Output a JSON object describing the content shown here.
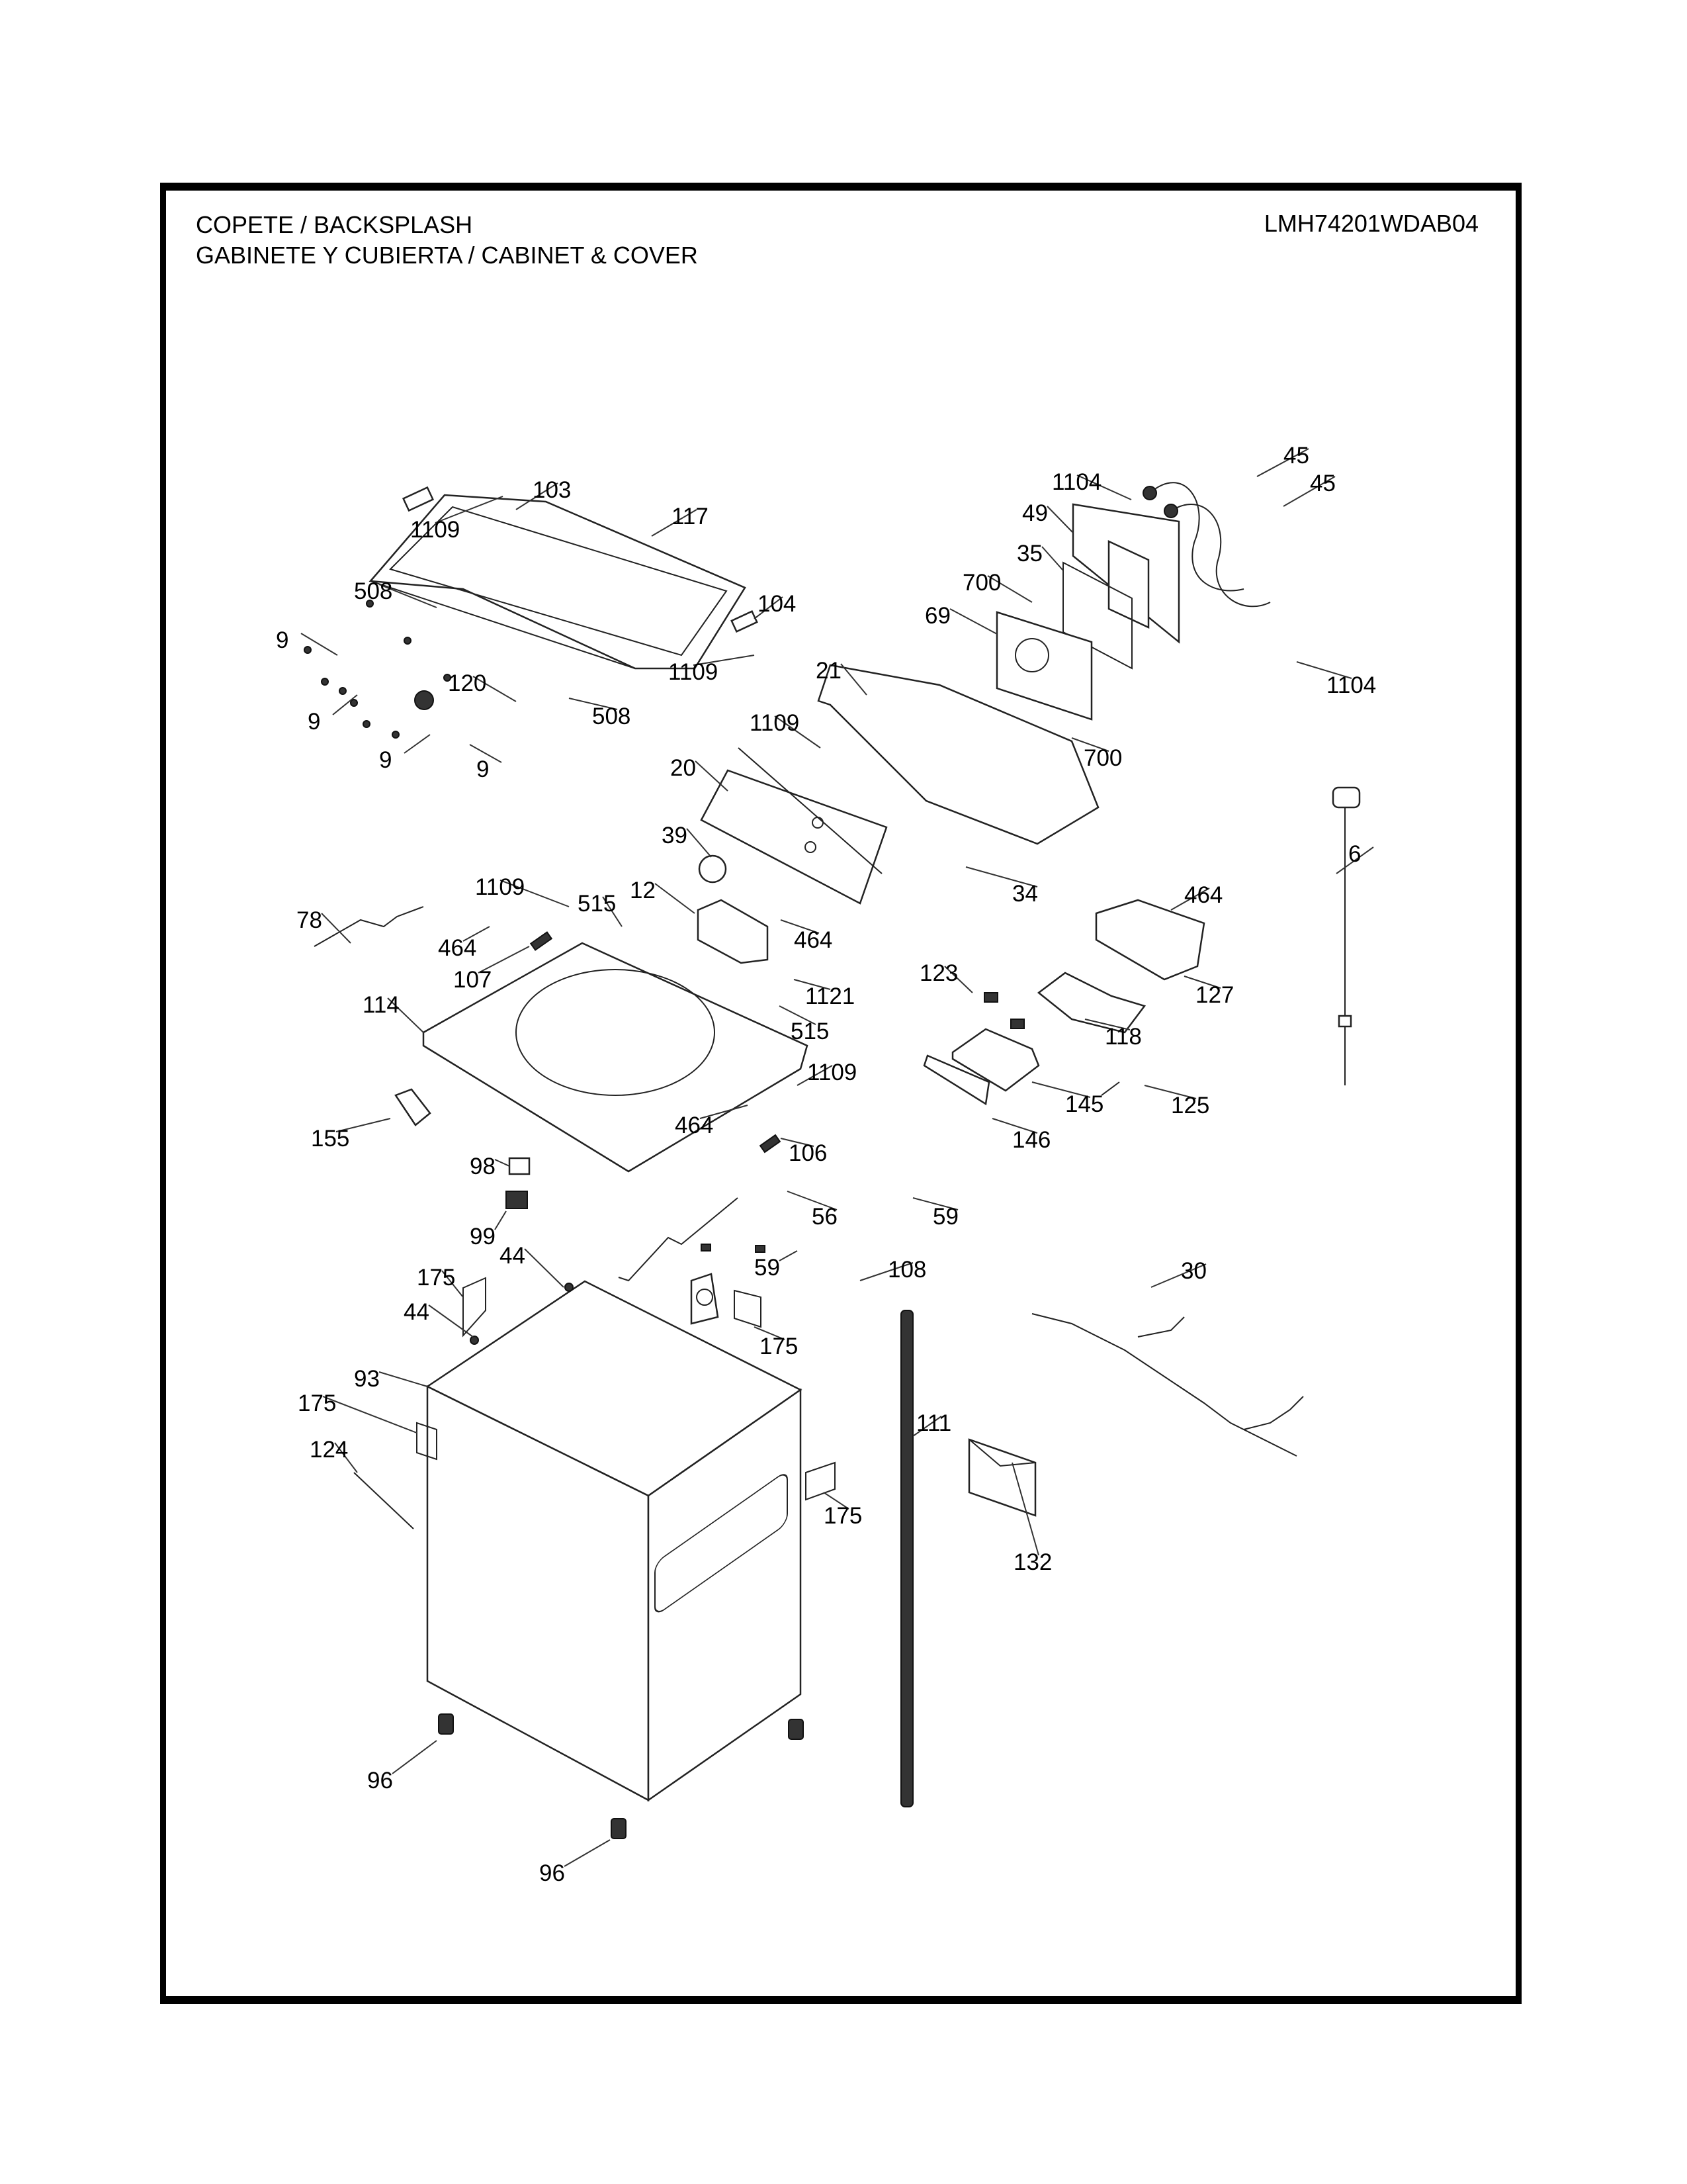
{
  "header": {
    "title_line1": "COPETE / BACKSPLASH",
    "title_line2": "GABINETE Y CUBIERTA / CABINET & COVER",
    "model_number": "LMH74201WDAB04"
  },
  "callouts": [
    {
      "part": "103"
    },
    {
      "part": "1109"
    },
    {
      "part": "117"
    },
    {
      "part": "508"
    },
    {
      "part": "104"
    },
    {
      "part": "1109"
    },
    {
      "part": "9"
    },
    {
      "part": "120"
    },
    {
      "part": "508"
    },
    {
      "part": "9"
    },
    {
      "part": "9"
    },
    {
      "part": "9"
    },
    {
      "part": "1104"
    },
    {
      "part": "45"
    },
    {
      "part": "45"
    },
    {
      "part": "49"
    },
    {
      "part": "35"
    },
    {
      "part": "700"
    },
    {
      "part": "69"
    },
    {
      "part": "1104"
    },
    {
      "part": "21"
    },
    {
      "part": "1109"
    },
    {
      "part": "700"
    },
    {
      "part": "20"
    },
    {
      "part": "39"
    },
    {
      "part": "34"
    },
    {
      "part": "6"
    },
    {
      "part": "1109"
    },
    {
      "part": "12"
    },
    {
      "part": "78"
    },
    {
      "part": "515"
    },
    {
      "part": "464"
    },
    {
      "part": "464"
    },
    {
      "part": "107"
    },
    {
      "part": "1121"
    },
    {
      "part": "114"
    },
    {
      "part": "515"
    },
    {
      "part": "464"
    },
    {
      "part": "123"
    },
    {
      "part": "127"
    },
    {
      "part": "118"
    },
    {
      "part": "1109"
    },
    {
      "part": "155"
    },
    {
      "part": "464"
    },
    {
      "part": "106"
    },
    {
      "part": "145"
    },
    {
      "part": "125"
    },
    {
      "part": "146"
    },
    {
      "part": "98"
    },
    {
      "part": "56"
    },
    {
      "part": "59"
    },
    {
      "part": "99"
    },
    {
      "part": "59"
    },
    {
      "part": "108"
    },
    {
      "part": "30"
    },
    {
      "part": "175"
    },
    {
      "part": "44"
    },
    {
      "part": "44"
    },
    {
      "part": "175"
    },
    {
      "part": "93"
    },
    {
      "part": "175"
    },
    {
      "part": "124"
    },
    {
      "part": "111"
    },
    {
      "part": "175"
    },
    {
      "part": "132"
    },
    {
      "part": "96"
    },
    {
      "part": "96"
    }
  ]
}
